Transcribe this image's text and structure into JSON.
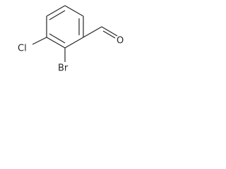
{
  "molecule": {
    "atoms": {
      "oxygen": "O",
      "bromine": "Br",
      "chlorine": "Cl"
    }
  },
  "colors": {
    "ink": "#262626",
    "background": "#ffffff"
  }
}
